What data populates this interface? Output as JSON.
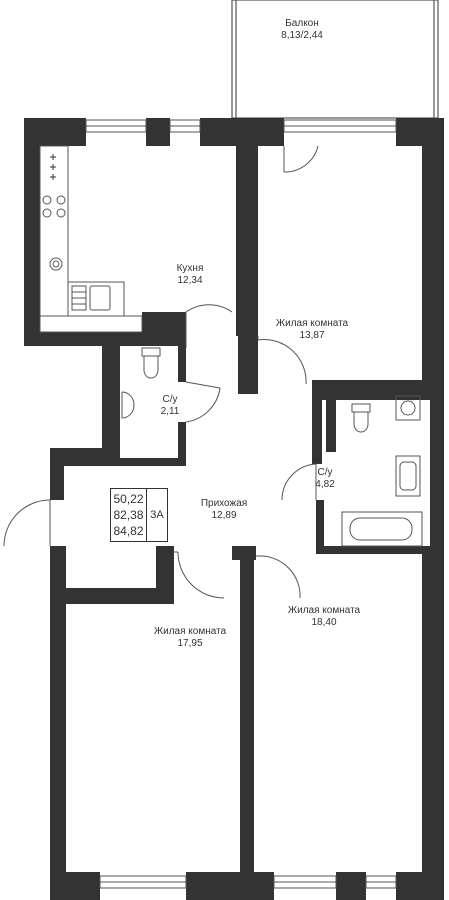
{
  "rooms": [
    {
      "id": "balcony",
      "name": "Балкон",
      "area": "8,13/2,44"
    },
    {
      "id": "kitchen",
      "name": "Кухня",
      "area": "12,34"
    },
    {
      "id": "living1",
      "name": "Жилая комната",
      "area": "13,87"
    },
    {
      "id": "bath1",
      "name": "С/у",
      "area": "2,11"
    },
    {
      "id": "bath2",
      "name": "С/у",
      "area": "4,82"
    },
    {
      "id": "hall",
      "name": "Прихожая",
      "area": "12,89"
    },
    {
      "id": "living2",
      "name": "Жилая комната",
      "area": "17,95"
    },
    {
      "id": "living3",
      "name": "Жилая комната",
      "area": "18,40"
    }
  ],
  "summary": {
    "living_area": "50,22",
    "total_area": "82,38",
    "total_with_balcony": "84,82",
    "apartment_type": "3А"
  },
  "colors": {
    "wall": "#333333",
    "line": "#555555",
    "background": "#ffffff"
  }
}
